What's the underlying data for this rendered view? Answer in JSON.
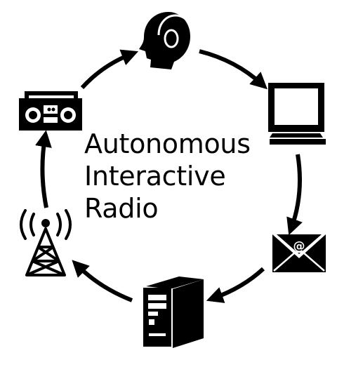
{
  "title": {
    "line1": "Autonomous",
    "line2": "Interactive",
    "line3": "Radio"
  },
  "nodes": [
    {
      "name": "listener-with-headphones",
      "icon": "headphones-head-icon"
    },
    {
      "name": "computer-monitor",
      "icon": "monitor-icon"
    },
    {
      "name": "email",
      "icon": "envelope-at-icon"
    },
    {
      "name": "server",
      "icon": "server-tower-icon"
    },
    {
      "name": "radio-transmitter",
      "icon": "radio-tower-icon"
    },
    {
      "name": "boombox",
      "icon": "boombox-icon"
    }
  ],
  "cycle_direction": "clockwise",
  "colors": {
    "foreground": "#000000",
    "background": "#ffffff"
  }
}
